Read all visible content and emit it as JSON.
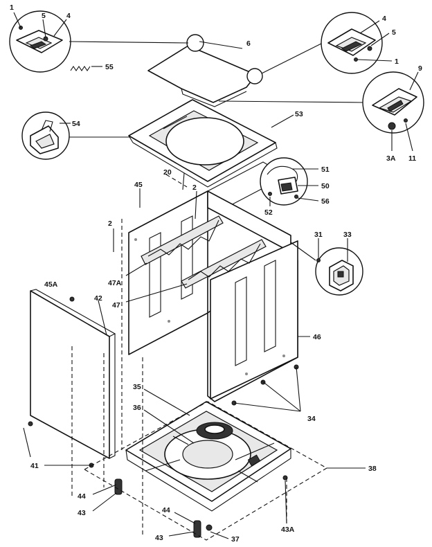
{
  "callouts": {
    "c1": "1",
    "c5": "5",
    "c4": "4",
    "c55": "55",
    "c6": "6",
    "c4r": "4",
    "c5r": "5",
    "c1r": "1",
    "c9": "9",
    "c3a": "3A",
    "c11": "11",
    "c54": "54",
    "c53": "53",
    "c51": "51",
    "c50": "50",
    "c56": "56",
    "c52": "52",
    "c20": "20",
    "c45": "45",
    "c2a": "2",
    "c2b": "2",
    "c47a": "47A",
    "c47": "47",
    "c45a": "45A",
    "c42": "42",
    "c31": "31",
    "c33": "33",
    "c46": "46",
    "c35": "35",
    "c36": "36",
    "c34": "34",
    "c41": "41",
    "c38": "38",
    "c44a": "44",
    "c43a": "43",
    "c44b": "44",
    "c43b": "43",
    "c37": "37",
    "c43ab": "43A"
  }
}
